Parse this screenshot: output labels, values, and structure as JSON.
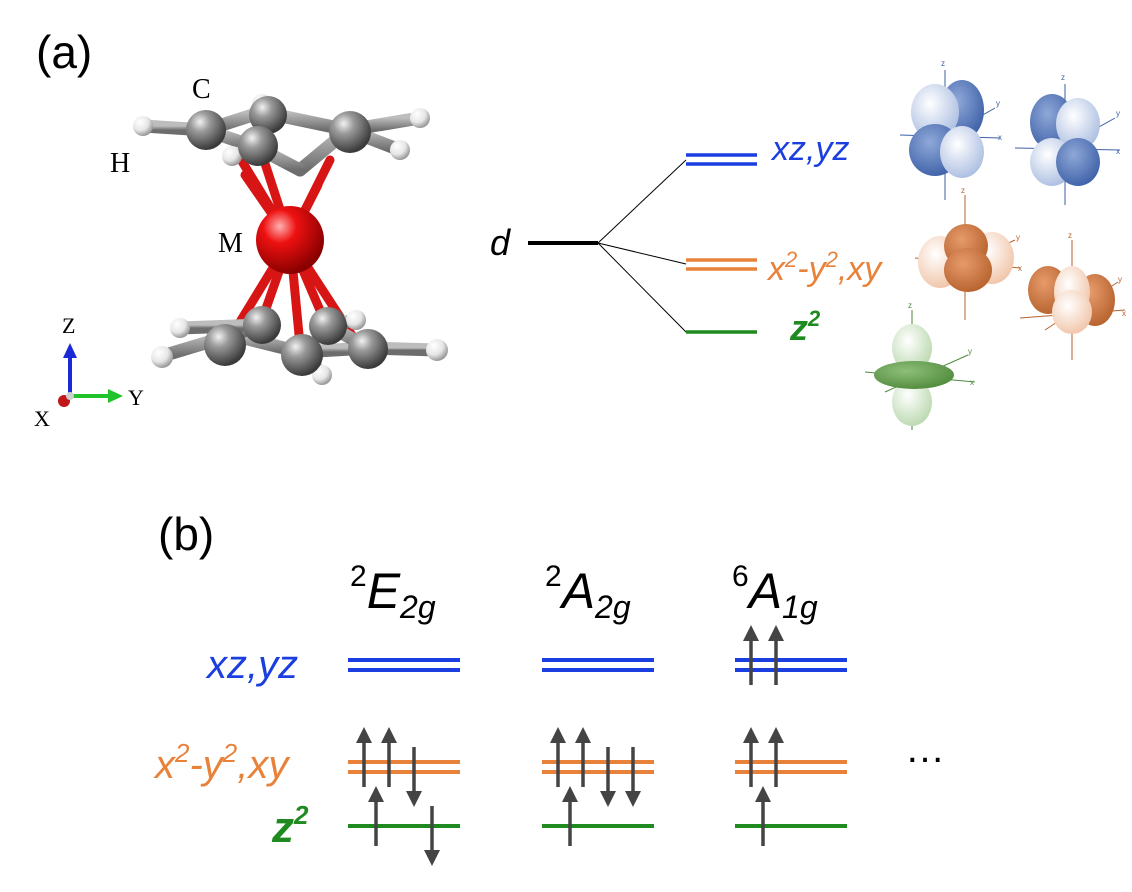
{
  "panel_a": {
    "label": "(a)",
    "molecule": {
      "atom_labels": {
        "carbon": "C",
        "hydrogen": "H",
        "metal": "M"
      },
      "axes": {
        "z": "Z",
        "y": "Y",
        "x": "X"
      }
    },
    "splitting": {
      "d_label": "d",
      "levels": [
        {
          "label": "xz,yz",
          "color": "#1a3ee0"
        },
        {
          "label_parts": [
            "x",
            "2",
            "-y",
            "2",
            ",xy"
          ],
          "color": "#e8823a"
        },
        {
          "label_parts": [
            "z",
            "2"
          ],
          "color": "#1f8a1f"
        }
      ],
      "orbital_axes": {
        "z": "z",
        "y": "y",
        "x": "x"
      }
    }
  },
  "panel_b": {
    "label": "(b)",
    "states": [
      {
        "sup": "2",
        "main": "E",
        "sub": "2g"
      },
      {
        "sup": "2",
        "main": "A",
        "sub": "2g"
      },
      {
        "sup": "6",
        "main": "A",
        "sub": "1g"
      }
    ],
    "row_labels": [
      {
        "label": "xz,yz",
        "color": "#1a3ee0"
      },
      {
        "label_parts": [
          "x",
          "2",
          "-y",
          "2",
          ",xy"
        ],
        "color": "#e8823a"
      },
      {
        "label_parts": [
          "z",
          "2"
        ],
        "color": "#1f8a1f"
      }
    ],
    "ellipsis": "…",
    "occupations": [
      {
        "xzyz": {
          "up": 0,
          "down": 0
        },
        "x2y2xy": {
          "up": 2,
          "down": 1
        },
        "z2": {
          "up": 1,
          "down": 1
        }
      },
      {
        "xzyz": {
          "up": 0,
          "down": 0
        },
        "x2y2xy": {
          "up": 2,
          "down": 2
        },
        "z2": {
          "up": 1,
          "down": 0
        }
      },
      {
        "xzyz": {
          "up": 2,
          "down": 0
        },
        "x2y2xy": {
          "up": 2,
          "down": 0
        },
        "z2": {
          "up": 1,
          "down": 0
        }
      }
    ],
    "colors": {
      "blue": "#1a3ee0",
      "orange": "#e8823a",
      "green": "#1f8a1f",
      "arrow": "#444444"
    }
  }
}
